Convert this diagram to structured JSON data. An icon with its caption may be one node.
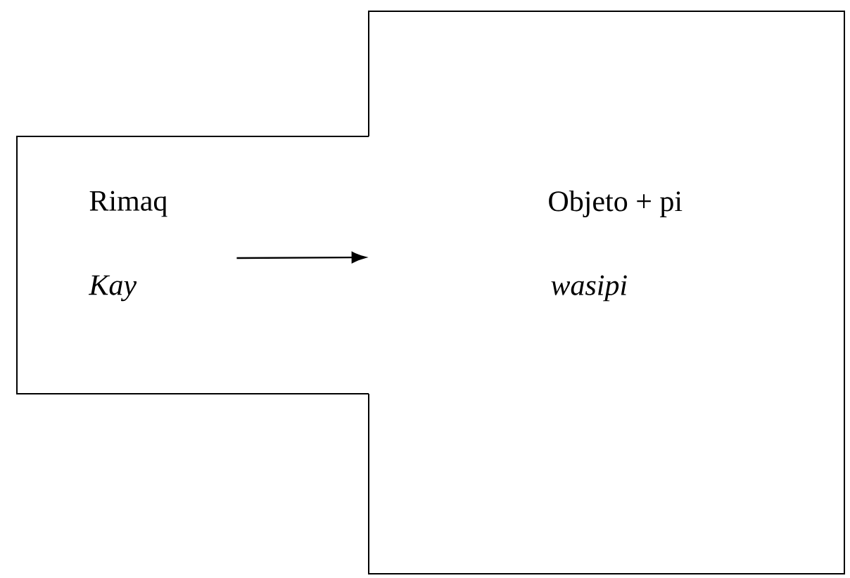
{
  "diagram": {
    "nodes": [
      {
        "text": [
          "Rimaq",
          "*Kay*"
        ]
      },
      {
        "text": [
          "Objeto + pi",
          "*wasipi*"
        ]
      }
    ],
    "edges": [
      {
        "from": 0,
        "to": 1,
        "arrow": "to"
      }
    ]
  }
}
